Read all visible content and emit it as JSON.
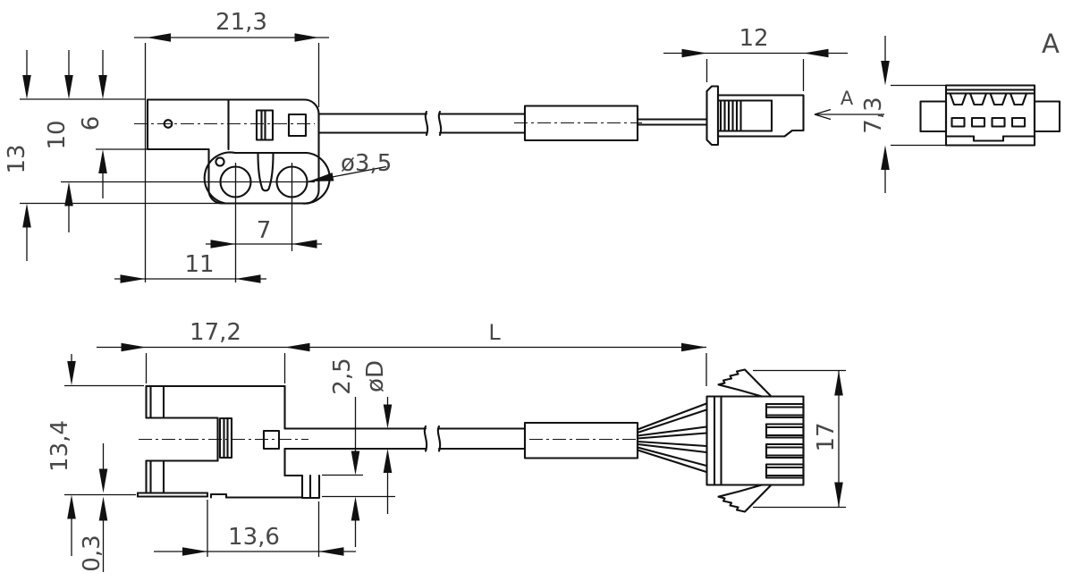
{
  "drawing_type": "technical-dimension-drawing",
  "colors": {
    "line": "#111111",
    "text": "#474747",
    "background": "#ffffff"
  },
  "views": {
    "top_side": {
      "dims": {
        "body_width": "21,3",
        "overall_height": "13",
        "hole_center_offset": "10",
        "head_height": "6",
        "mount_hole_dia": "ø3,5",
        "hole_pitch": "7",
        "hole_to_edge": "11"
      }
    },
    "plug_side": {
      "dims": {
        "plug_length": "12"
      },
      "view_arrow": "A"
    },
    "plug_end": {
      "view_label": "A",
      "dims": {
        "plug_height": "7,3"
      }
    },
    "bottom_side": {
      "dims": {
        "body_length": "17,2",
        "cable_length": "L",
        "overall_height": "13,4",
        "base_lip": "0,3",
        "base_length": "13,6",
        "foot_step": "2,5",
        "cable_dia": "øD",
        "plug_overall": "17"
      }
    }
  }
}
